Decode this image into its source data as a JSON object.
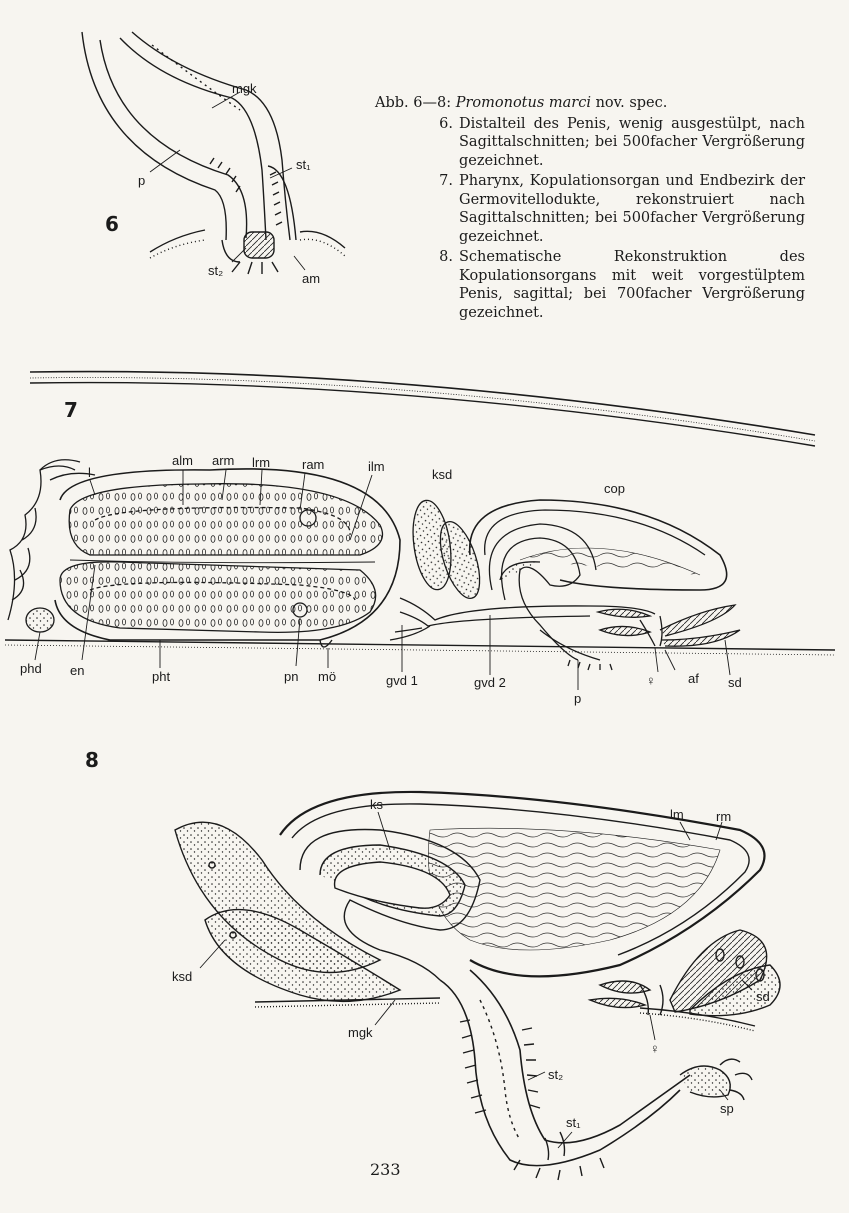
{
  "caption": {
    "prefix": "Abb. 6—8:",
    "species": "Promonotus marci",
    "suffix": "nov. spec.",
    "items": [
      {
        "num": "6.",
        "text": "Distalteil des Penis, wenig ausgestülpt, nach Sagittalschnitten; bei 500facher Vergrößerung gezeichnet."
      },
      {
        "num": "7.",
        "text": "Pharynx, Kopulationsorgan und Endbezirk der Germovitellodukte, rekonstruiert nach Sagittalschnitten; bei 500facher Vergrößerung gezeichnet."
      },
      {
        "num": "8.",
        "text": "Schematische Rekonstruktion des Kopulationsorgans mit weit vorgestülptem Penis, sagittal; bei 700facher Vergrößerung gezeichnet."
      }
    ]
  },
  "figures": {
    "fig6": {
      "number": "6",
      "labels": {
        "mgk": "mgk",
        "p": "p",
        "st1": "st₁",
        "st2": "st₂",
        "am": "am"
      }
    },
    "fig7": {
      "number": "7",
      "labels": {
        "l": "l",
        "alm": "alm",
        "arm": "arm",
        "lrm": "lrm",
        "ram": "ram",
        "ilm": "ilm",
        "ksd": "ksd",
        "cop": "cop",
        "phd": "phd",
        "en": "en",
        "pht": "pht",
        "pn": "pn",
        "mo": "mö",
        "gvd1": "gvd 1",
        "gvd2": "gvd 2",
        "p": "p",
        "female": "♀",
        "af": "af",
        "sd": "sd"
      }
    },
    "fig8": {
      "number": "8",
      "labels": {
        "ks": "ks",
        "lm": "lm",
        "rm": "rm",
        "ksd": "ksd",
        "sd": "sd",
        "mgk": "mgk",
        "female": "♀",
        "st2": "st₂",
        "st1": "st₁",
        "sp": "sp"
      }
    }
  },
  "page_number": "233"
}
